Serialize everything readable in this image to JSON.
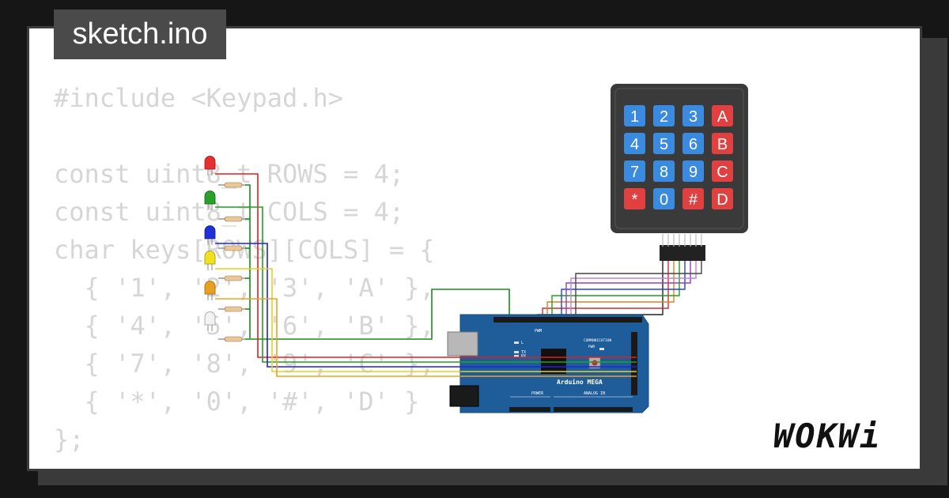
{
  "file_tab": {
    "label": "sketch.ino"
  },
  "code_lines": [
    "#include <Keypad.h>",
    "",
    "const uint8_t ROWS = 4;",
    "const uint8_t COLS = 4;",
    "char keys[ROWS][COLS] = {",
    "  { '1', '2', '3', 'A' },",
    "  { '4', '5', '6', 'B' },",
    "  { '7', '8', '9', 'C' },",
    "  { '*', '0', '#', 'D' }",
    "};"
  ],
  "keypad": {
    "keys": [
      "1",
      "2",
      "3",
      "A",
      "4",
      "5",
      "6",
      "B",
      "7",
      "8",
      "9",
      "C",
      "*",
      "0",
      "#",
      "D"
    ]
  },
  "board": {
    "name": "Arduino MEGA",
    "section_pwm": "PWM",
    "section_communication": "COMMUNICATION",
    "section_power": "POWER",
    "section_analog": "ANALOG IN",
    "led_l": "L",
    "led_tx": "TX",
    "led_rx": "RX",
    "led_pwr": "PWR"
  },
  "leds": [
    {
      "color": "red",
      "hex": "#e53030"
    },
    {
      "color": "green",
      "hex": "#2aa02a"
    },
    {
      "color": "blue",
      "hex": "#2030d8"
    },
    {
      "color": "yellow",
      "hex": "#f0e020"
    },
    {
      "color": "orange",
      "hex": "#e8a020"
    },
    {
      "color": "white",
      "hex": "#f2f2f2"
    }
  ],
  "logo": {
    "text": "WOKWi"
  },
  "colors": {
    "board_blue": "#1f5d9a",
    "key_blue": "#3a8ae0",
    "key_red": "#e04040",
    "keypad_body": "#3a3a3a",
    "code_text": "#d6d6d6"
  }
}
